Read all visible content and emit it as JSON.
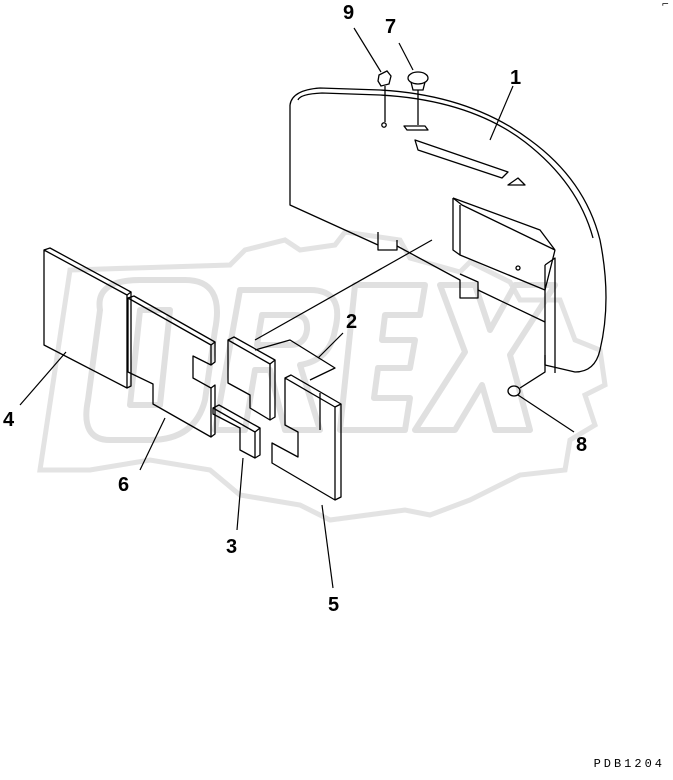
{
  "drawing_code": "PDB1204",
  "corner_mark": "⌐",
  "watermark": {
    "text": "OREX",
    "color": "#e6e6e6"
  },
  "line_color": "#000000",
  "callouts": [
    {
      "id": "1",
      "label": "1"
    },
    {
      "id": "2",
      "label": "2"
    },
    {
      "id": "3",
      "label": "3"
    },
    {
      "id": "4",
      "label": "4"
    },
    {
      "id": "5",
      "label": "5"
    },
    {
      "id": "6",
      "label": "6"
    },
    {
      "id": "7",
      "label": "7"
    },
    {
      "id": "8",
      "label": "8"
    },
    {
      "id": "9",
      "label": "9"
    }
  ]
}
